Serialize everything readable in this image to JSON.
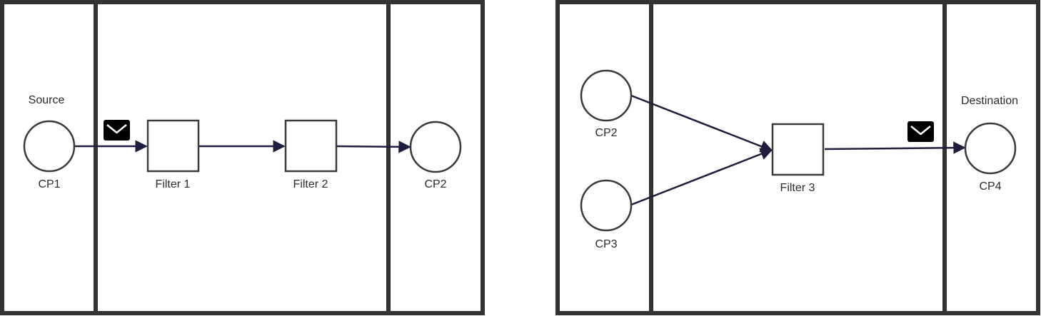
{
  "colors": {
    "frame": "#333333",
    "node_stroke": "#3a3a3a",
    "edge": "#1f1d3d",
    "envelope": "#000000",
    "text": "#2b2b2b"
  },
  "left_panel": {
    "zone_source_label": "Source",
    "nodes": {
      "cp1": "CP1",
      "filter1": "Filter 1",
      "filter2": "Filter 2",
      "cp2": "CP2"
    },
    "message_icon": "envelope-icon"
  },
  "right_panel": {
    "zone_destination_label": "Destination",
    "nodes": {
      "cp2": "CP2",
      "cp3": "CP3",
      "filter3": "Filter 3",
      "cp4": "CP4"
    },
    "message_icon": "envelope-icon"
  }
}
